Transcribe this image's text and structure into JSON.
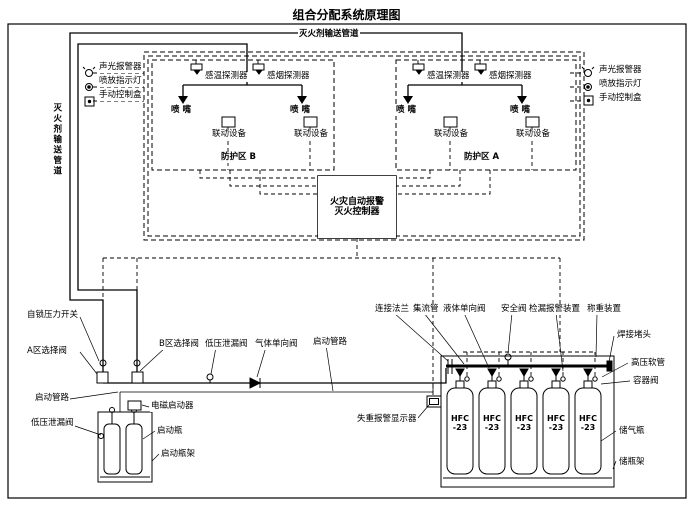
{
  "title": "组合分配系统原理图",
  "top": {
    "pipe_label": "灭火剂输送管道",
    "pipe_label_vertical": "灭火剂输送管道"
  },
  "side_left": {
    "alarm": "声光报警器",
    "indicator": "喷放指示灯",
    "control_box": "手动控制盒"
  },
  "side_right": {
    "alarm": "声光报警器",
    "indicator": "喷放指示灯",
    "control_box": "手动控制盒"
  },
  "zone_b": {
    "name": "防护区 B",
    "temp_detector": "感温探测器",
    "smoke_detector": "感烟探测器",
    "nozzle_left": "喷 嘴",
    "nozzle_right": "喷 嘴",
    "linkage_left": "联动设备",
    "linkage_right": "联动设备"
  },
  "zone_a": {
    "name": "防护区 A",
    "temp_detector": "感温探测器",
    "smoke_detector": "感烟探测器",
    "nozzle_left": "喷 嘴",
    "nozzle_right": "喷 嘴",
    "linkage_left": "联动设备",
    "linkage_right": "联动设备"
  },
  "controller": {
    "text": "火灾自动报警\n灭火控制器"
  },
  "left_assembly": {
    "pressure_switch": "自锁压力开关",
    "valve_a": "A区选择阀",
    "valve_b": "B区选择阀",
    "low_leak_valve_top": "低压泄漏阀",
    "gas_check_valve": "气体单向阀",
    "start_pipe_top": "启动管路",
    "start_pipe_left": "启动管路",
    "low_leak_valve_left": "低压泄漏阀",
    "solenoid_starter": "电磁启动器",
    "start_bottle": "启动瓶",
    "start_bottle_rack": "启动瓶架"
  },
  "right_assembly": {
    "flange": "连接法兰",
    "manifold": "集流管",
    "liquid_check_valve": "液体单向阀",
    "safety_valve": "安全阀",
    "leak_alarm_device": "检漏报警装置",
    "weighing_device": "称重装置",
    "weld_plug": "焊接堵头",
    "high_pressure_hose": "高压软管",
    "container_valve": "容器阀",
    "gas_bottle": "储气瓶",
    "bottle_rack": "储瓶架",
    "weight_loss_display": "失重报警显示器",
    "bottles": [
      "HFC\n-23",
      "HFC\n-23",
      "HFC\n-23",
      "HFC\n-23",
      "HFC\n-23"
    ]
  }
}
